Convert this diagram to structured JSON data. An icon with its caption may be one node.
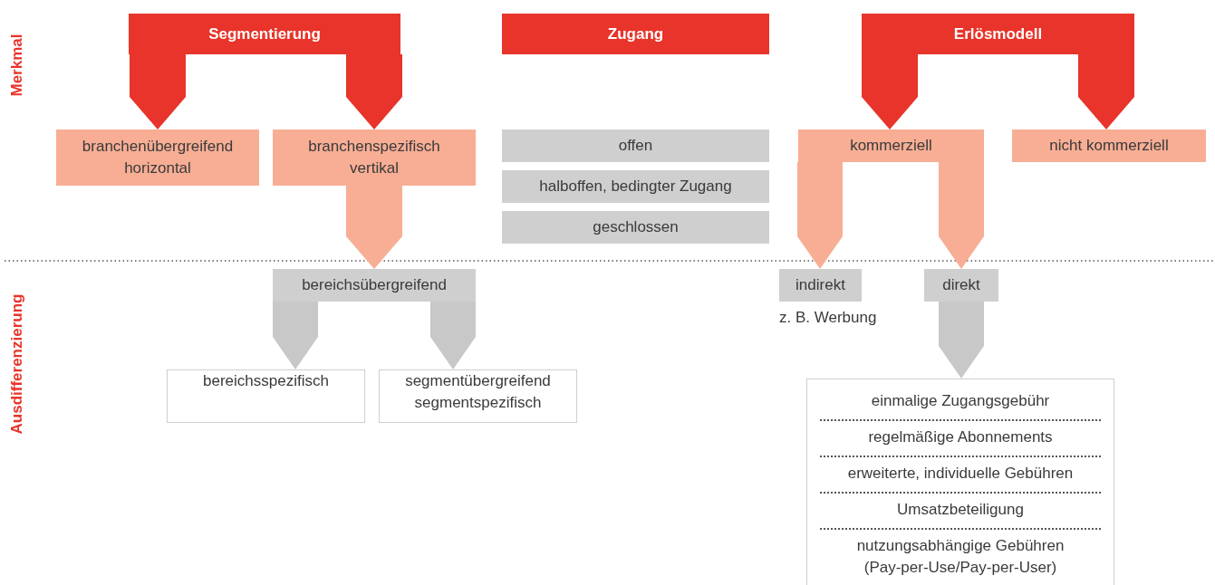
{
  "diagram": {
    "nodes": [
      {
        "text": [
          "Segmentierung"
        ]
      },
      {
        "text": [
          "Zugang"
        ]
      },
      {
        "text": [
          "Erlösmodell"
        ]
      },
      {
        "text": [
          "branchenübergreifend horizontal"
        ]
      },
      {
        "text": [
          "branchenspezifisch vertikal"
        ]
      },
      {
        "text": [
          "offen"
        ]
      },
      {
        "text": [
          "halboffen, bedingter Zugang"
        ]
      },
      {
        "text": [
          "geschlossen"
        ]
      },
      {
        "text": [
          "kommerziell"
        ]
      },
      {
        "text": [
          "nicht kommerziell"
        ]
      },
      {
        "text": [
          "bereichsübergreifend"
        ]
      },
      {
        "text": [
          "indirekt"
        ],
        "beside": [
          "z. B. Werbung"
        ]
      },
      {
        "text": [
          "direkt"
        ]
      },
      {
        "text": [
          "bereichsspezifisch"
        ]
      },
      {
        "text": [
          "segmentübergreifend segmentspezifisch"
        ]
      },
      {
        "text": [
          "einmalige Zugangsgebühr",
          "regelmäßige Abonnements",
          "erweiterte, individuelle Gebühren",
          "Umsatzbeteiligung",
          "nutzungsabhängige Gebühren (Pay-per-Use/Pay-per-User)"
        ]
      }
    ],
    "edges": [
      {
        "from": 0,
        "to": 3,
        "arrow": "to",
        "color": "#e8342a"
      },
      {
        "from": 0,
        "to": 4,
        "arrow": "to",
        "color": "#e8342a"
      },
      {
        "from": 2,
        "to": 8,
        "arrow": "to",
        "color": "#e8342a"
      },
      {
        "from": 2,
        "to": 9,
        "arrow": "to",
        "color": "#e8342a"
      },
      {
        "from": 4,
        "to": 10,
        "arrow": "to",
        "color": "#f7ae95"
      },
      {
        "from": 8,
        "to": 11,
        "arrow": "to",
        "color": "#f7ae95"
      },
      {
        "from": 8,
        "to": 12,
        "arrow": "to",
        "color": "#f7ae95"
      },
      {
        "from": 10,
        "to": 13,
        "arrow": "to",
        "color": "#c8c8c8"
      },
      {
        "from": 10,
        "to": 14,
        "arrow": "to",
        "color": "#c8c8c8"
      },
      {
        "from": 12,
        "to": 15,
        "arrow": "to",
        "color": "#c8c8c8"
      }
    ],
    "labels": [
      "Merkmal",
      "Ausdifferenzierung"
    ]
  }
}
